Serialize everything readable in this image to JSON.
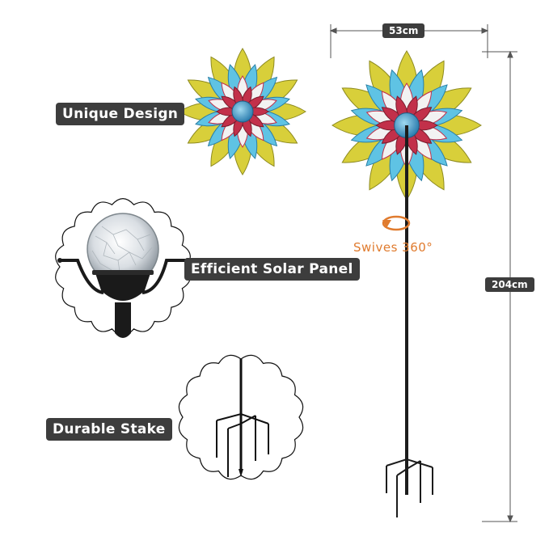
{
  "callouts": {
    "design": "Unique Design",
    "solar": "Efficient Solar Panel",
    "stake": "Durable Stake"
  },
  "dimensions": {
    "width": "53cm",
    "height": "204cm"
  },
  "rotation": {
    "text": "Swives 360°"
  },
  "colors": {
    "label_bg": "#3d3d3d",
    "accent_orange": "#e07b2e",
    "petal_yellow": "#d8cf3a",
    "petal_blue": "#5fc3e4",
    "petal_red": "#c2304a",
    "stake": "#1c1c1c"
  },
  "icons": [
    "rotate-arrow-icon",
    "solar-globe-icon",
    "pinwheel-flower-icon",
    "stake-prongs-icon"
  ]
}
